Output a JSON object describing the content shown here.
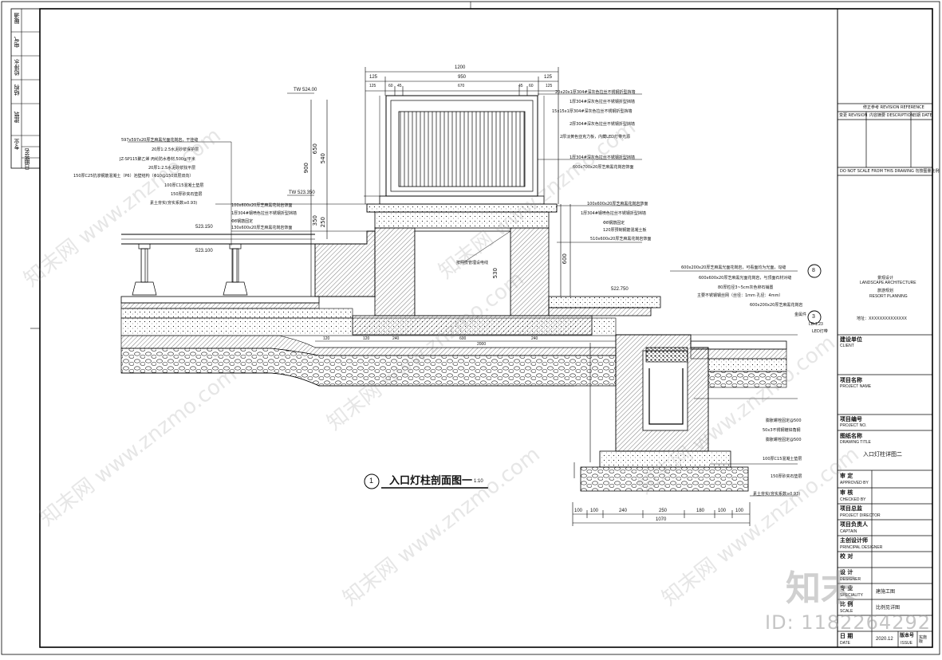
{
  "left_strip": {
    "disciplines": [
      "暖通",
      "电气",
      "给排水",
      "结构",
      "建筑",
      "专业",
      "签名",
      "日期"
    ]
  },
  "elevations": {
    "tw_top": "TW 524.00",
    "tw_mid": "TW 523.350",
    "deck": "523.150",
    "deck_base": "523.100",
    "right": "522.750"
  },
  "top_dims": {
    "overall": "1200",
    "row2": [
      "125",
      "950",
      "125"
    ],
    "row3": [
      "125",
      "60",
      "45",
      "670",
      "45",
      "60",
      "125"
    ]
  },
  "vertical_dims": [
    "650",
    "900",
    "540",
    "350",
    "250",
    "600",
    "530"
  ],
  "bottom_dims": {
    "upper": [
      "120",
      "120",
      "240",
      "600",
      "240"
    ],
    "upper_total": "2000",
    "lower": [
      "100",
      "100",
      "240",
      "250",
      "180",
      "100",
      "100"
    ],
    "lower_total": "1070"
  },
  "left_notes": [
    "597x597x20厚芝麻黑光面花岗岩，干挂缝",
    "20厚1:2.5水泥砂浆保护层",
    "JZ-SP115聚乙烯 丙纶防水卷材,500g/平米",
    "20厚1:2.5水泥砂浆找平层",
    "150厚C25抗渗钢筋混凝土（P6）池壁结构（Φ10@150双层双向）",
    "100厚C15混凝土垫层",
    "150厚砂夹石垫层",
    "素土夯实(夯实系数≥0.93)"
  ],
  "mid_left_notes": [
    "100x600x20厚芝麻黑花岗岩饰面",
    "1厚304#钢喷色拉丝不锈钢折型挡墙",
    "Φ8钢筋固定",
    "130x600x20厚芝麻黑花岗岩饰面"
  ],
  "right_top_notes": [
    "20x20x1厚304#深灰色拉丝不锈钢折型挡墙",
    "1厚304#深灰色拉丝不锈钢折型挡墙",
    "15x15x1厚304#深灰色拉丝不锈钢折型挡墙",
    "2厚304#深灰色拉丝不锈钢折型挡墙",
    "2厚淡黄色亚克力板，内藏LED灯带光源",
    "1厚304#深灰色拉丝不锈钢折型挡墙",
    "600x700x20厚芝麻黑花岗岩饰面"
  ],
  "right_mid_notes": [
    "100x600x20厚芝麻黑花岗岩饰面",
    "1厚304#钢喷色拉丝不锈钢折型挡墙",
    "Φ8钢筋固定",
    "120厚预制钢筋混凝土板",
    "510x600x20厚芝麻黑花岗岩饰面"
  ],
  "inner_label": "按照技管埋设电线",
  "drain_notes": [
    "600x200x20厚芝麻黑光面花岗岩，可看面均为光面，勾缝",
    "600x600x20厚芝麻黑光面花岗岩，与顶面石材对缝",
    "80厚粒径3~5cm灰色卵石铺置",
    "主要不锈钢钢丝网（丝径：1mm 孔径：4mm）",
    "600x200x20厚芝麻黑花岗岩",
    "金属件",
    "LD-1.23",
    "LED灯带"
  ],
  "drain_lower_notes": [
    "膨胀螺栓固定@500",
    "50x3不锈钢镀锌角钢",
    "膨胀螺栓固定@500",
    "100厚C15混凝土垫层",
    "150厚砂夹石垫层",
    "素土夯实(夯实系数≥0.93)"
  ],
  "callouts": [
    "8",
    "3"
  ],
  "section_title": {
    "number": "1",
    "title": "入口灯柱剖面图一",
    "scale": "1:10"
  },
  "title_block": {
    "revision_header": "修正参考  REVISION REFERENCE",
    "revision_cols": [
      "变更 REVISION",
      "内容摘要 DESCRIPTION",
      "日期 DATE"
    ],
    "disclaimer": "DO NOT SCALE FROM THIS DRAWING  勿按图量比例",
    "company_cn": "景观设计",
    "company_en": "LANDSCAPE ARCHITECTURE",
    "company_sub_cn": "旅游规划",
    "company_sub_en": "RESORT PLANNING",
    "address": "地址：XXXXXXXXXXXXXX",
    "client_cn": "建设单位",
    "client_en": "CLIENT",
    "project_name_cn": "项目名称",
    "project_name_en": "PROJECT NAME",
    "project_no_cn": "项目编号",
    "project_no_en": "PROJECT NO.",
    "drawing_title_cn": "图纸名称",
    "drawing_title_en": "DRAWING TITLE",
    "drawing_title_value": "入口灯柱详图二",
    "approved_cn": "审 定",
    "approved_en": "APPROVED BY",
    "checked_cn": "审 核",
    "checked_en": "CHECKED BY",
    "director_cn": "项目总监",
    "director_en": "PROJECT DIRECTOR",
    "captain_cn": "项目负责人",
    "captain_en": "CAPTAIN",
    "designer_cn": "主创设计师",
    "designer_en": "PRINCIPAL DESIGNER",
    "check_cn": "校 对",
    "design_cn": "设 计",
    "design_en": "DESIGNER",
    "specialty_cn": "专 业",
    "specialty_en": "SPECIALITY",
    "specialty_value": "建施工图",
    "scale_cn": "比 例",
    "scale_en": "SCALE",
    "scale_value": "比例见详图",
    "date_cn": "日 期",
    "date_en": "DATE",
    "date_value": "2020.12",
    "issue_cn": "版本号",
    "issue_en": "ISSUE",
    "issue_value": "实施版"
  },
  "watermarks": {
    "site": "知末网 www.znzmo.com",
    "id": "ID: 1182264292",
    "logo": "知末"
  }
}
